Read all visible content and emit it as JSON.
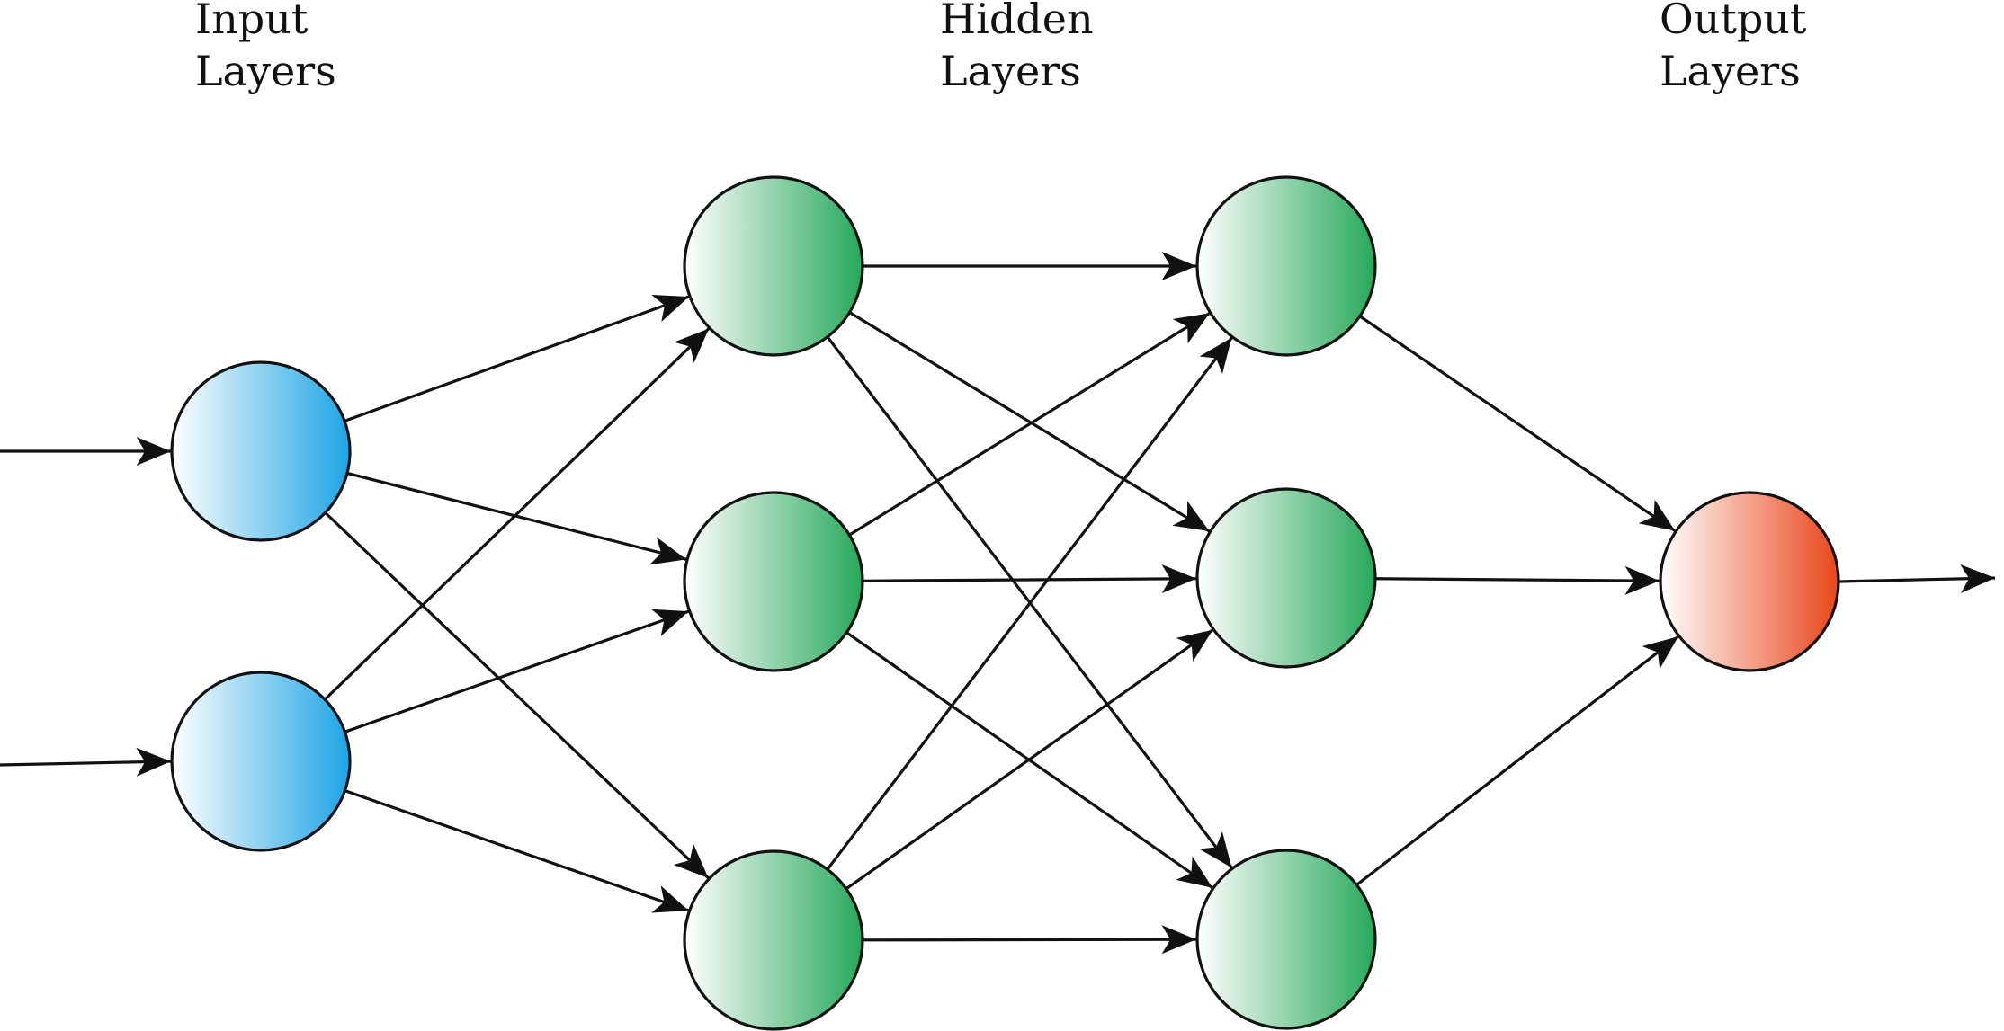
{
  "layer_labels": {
    "input": {
      "line1": "Input",
      "line2": "Layers"
    },
    "hidden": {
      "line1": "Hidden",
      "line2": "Layers"
    },
    "output": {
      "line1": "Output",
      "line2": "Layers"
    }
  },
  "colors": {
    "input_node": "#1ea4e4",
    "hidden_node": "#27a85a",
    "output_node": "#e8461a",
    "node_fill_light": "#ffffff",
    "stroke": "#111111"
  },
  "network": {
    "layers": [
      {
        "id": "input",
        "nodes": 2
      },
      {
        "id": "hidden-1",
        "nodes": 3
      },
      {
        "id": "hidden-2",
        "nodes": 3
      },
      {
        "id": "output",
        "nodes": 1
      }
    ],
    "external_inputs": 2,
    "external_outputs": 1,
    "connectivity": "fully-connected"
  }
}
